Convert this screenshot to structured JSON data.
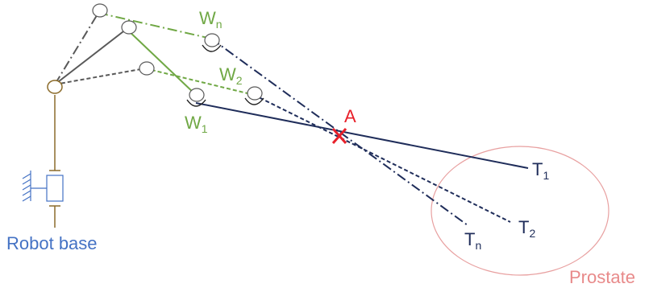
{
  "colors": {
    "robot_arm_primary": "#70a845",
    "robot_link_gray": "#595959",
    "needle_navy": "#1f2d5a",
    "target_point": "#e8202a",
    "base_label": "#4472c4",
    "prostate_outline": "#e8a0a0",
    "base_column": "#8b6b2a"
  },
  "labels": {
    "wn_main": "W",
    "wn_sub": "n",
    "w2_main": "W",
    "w2_sub": "2",
    "w1_main": "W",
    "w1_sub": "1",
    "a": "A",
    "t1_main": "T",
    "t1_sub": "1",
    "t2_main": "T",
    "t2_sub": "2",
    "tn_main": "T",
    "tn_sub": "n",
    "robot_base": "Robot base",
    "prostate": "Prostate"
  },
  "icons": {
    "pivot_marker": "x-cross-icon",
    "ground": "hatched-ground-icon"
  }
}
